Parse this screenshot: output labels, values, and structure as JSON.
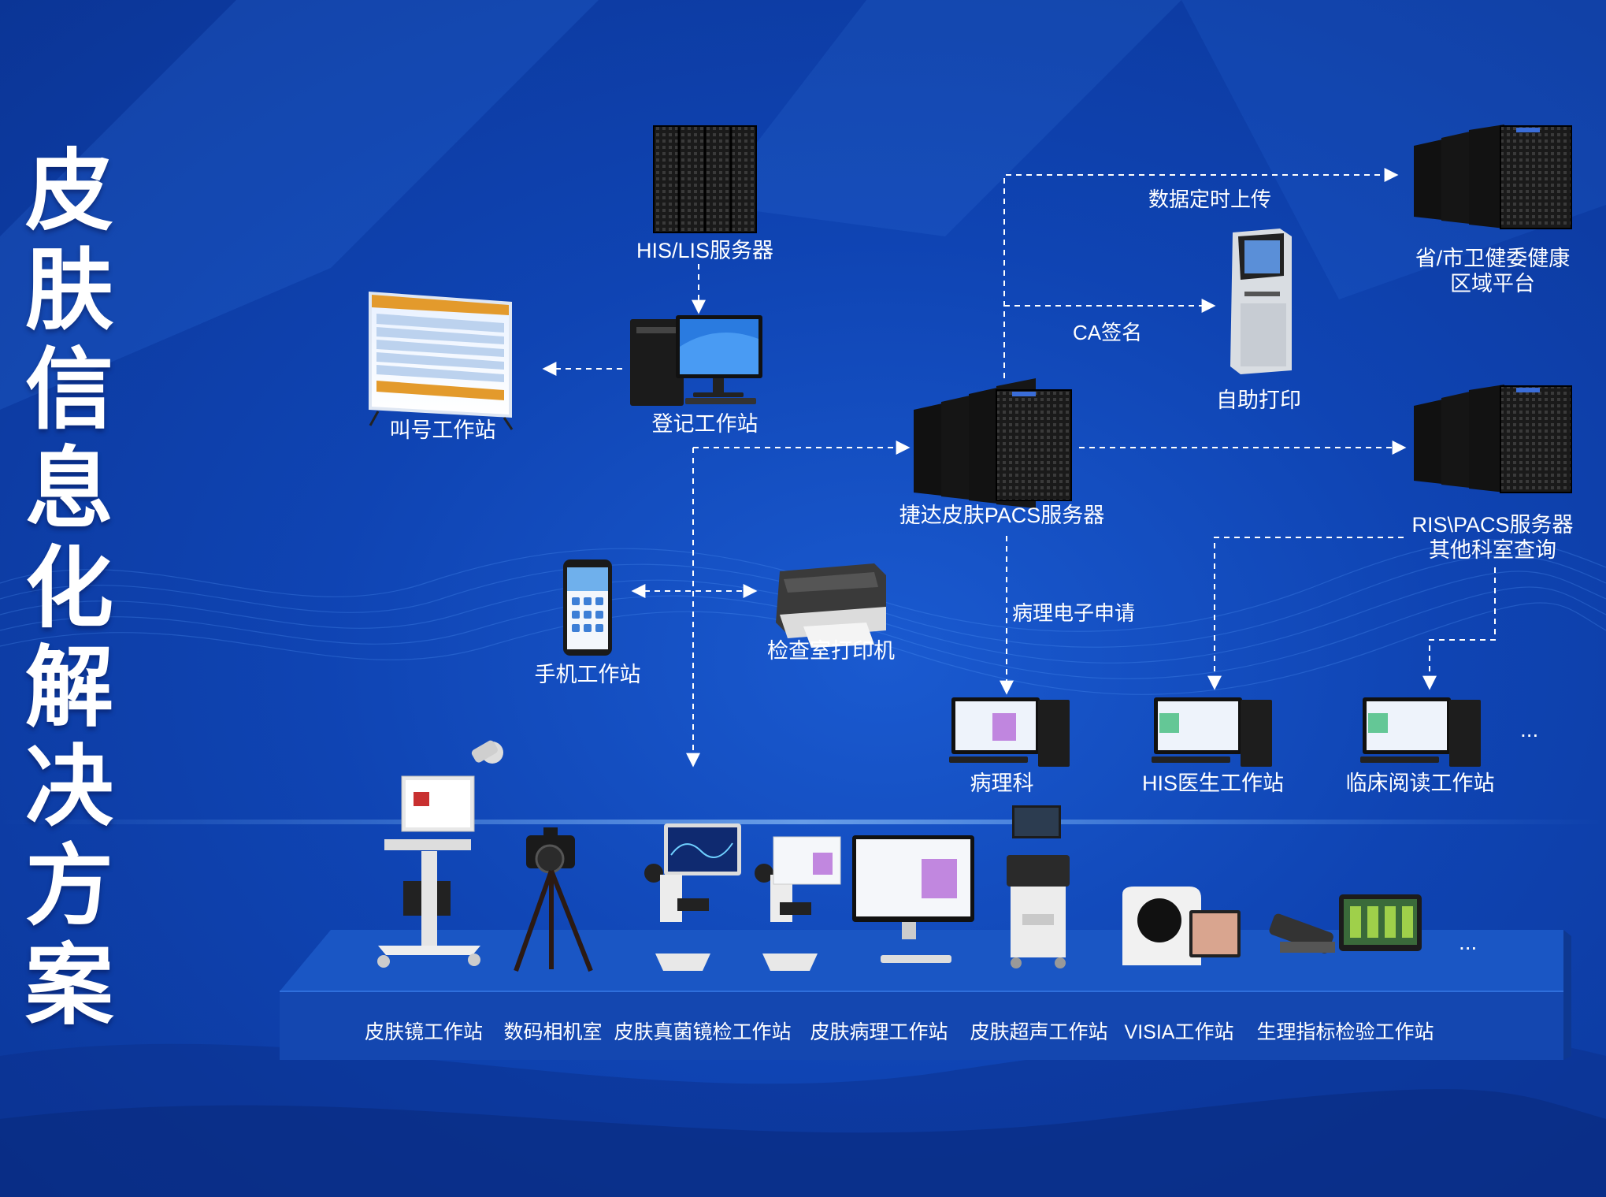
{
  "title": "皮肤信息化解决方案",
  "title_chars": [
    "皮",
    "肤",
    "信",
    "息",
    "化",
    "解",
    "决",
    "方",
    "案"
  ],
  "nodes": {
    "his_lis_server": "HIS/LIS服务器",
    "register_station": "登记工作站",
    "call_station": "叫号工作站",
    "pacs_server": "捷达皮肤PACS服务器",
    "provincial_platform_line1": "省/市卫健委健康",
    "provincial_platform_line2": "区域平台",
    "self_print": "自助打印",
    "ris_pacs_line1": "RIS\\PACS服务器",
    "ris_pacs_line2": "其他科室查询",
    "mobile_station": "手机工作站",
    "exam_printer": "检查室打印机",
    "pathology_dept": "病理科",
    "his_doctor_station": "HIS医生工作站",
    "clinical_reading_station": "临床阅读工作站"
  },
  "edge_labels": {
    "data_upload": "数据定时上传",
    "ca_sign": "CA签名",
    "pathology_request": "病理电子申请"
  },
  "platform_stations": [
    "皮肤镜工作站",
    "数码相机室",
    "皮肤真菌镜检工作站",
    "皮肤病理工作站",
    "皮肤超声工作站",
    "VISIA工作站",
    "生理指标检验工作站"
  ],
  "ellipsis": "...",
  "colors": {
    "background": "#0f44b3",
    "text": "#ffffff",
    "dashed_line": "#ffffff",
    "platform_top": "#1a56c4",
    "platform_front": "#1447b0"
  }
}
